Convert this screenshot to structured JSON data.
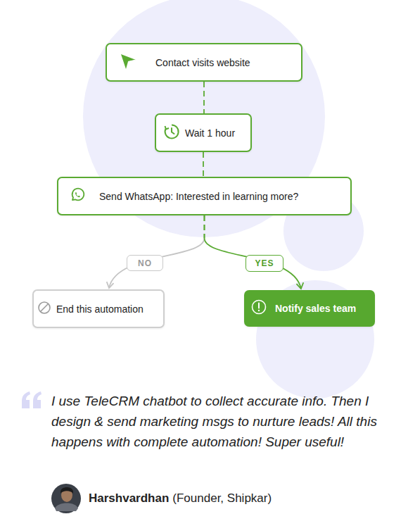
{
  "diagram": {
    "nodes": [
      {
        "text": [
          "Contact visits website"
        ]
      },
      {
        "text": [
          "Wait 1 hour"
        ]
      },
      {
        "text": [
          "Send WhatsApp: Interested in learning more?"
        ]
      },
      {
        "text": [
          "End this automation"
        ]
      },
      {
        "text": [
          "Notify sales team"
        ]
      }
    ],
    "edges": [
      {
        "from": 0,
        "to": 1,
        "arrow": "none"
      },
      {
        "from": 1,
        "to": 2,
        "arrow": "none"
      },
      {
        "from": 2,
        "to": 3,
        "label": "NO",
        "arrow": "to"
      },
      {
        "from": 2,
        "to": 4,
        "label": "YES",
        "arrow": "to"
      }
    ],
    "labels": [
      "I use TeleCRM chatbot to collect accurate info. Then I design & send marketing msgs to nurture leads! All this happens with complete automation! Super useful!",
      "Harshvardhan",
      "(Founder, Shipkar)"
    ]
  }
}
